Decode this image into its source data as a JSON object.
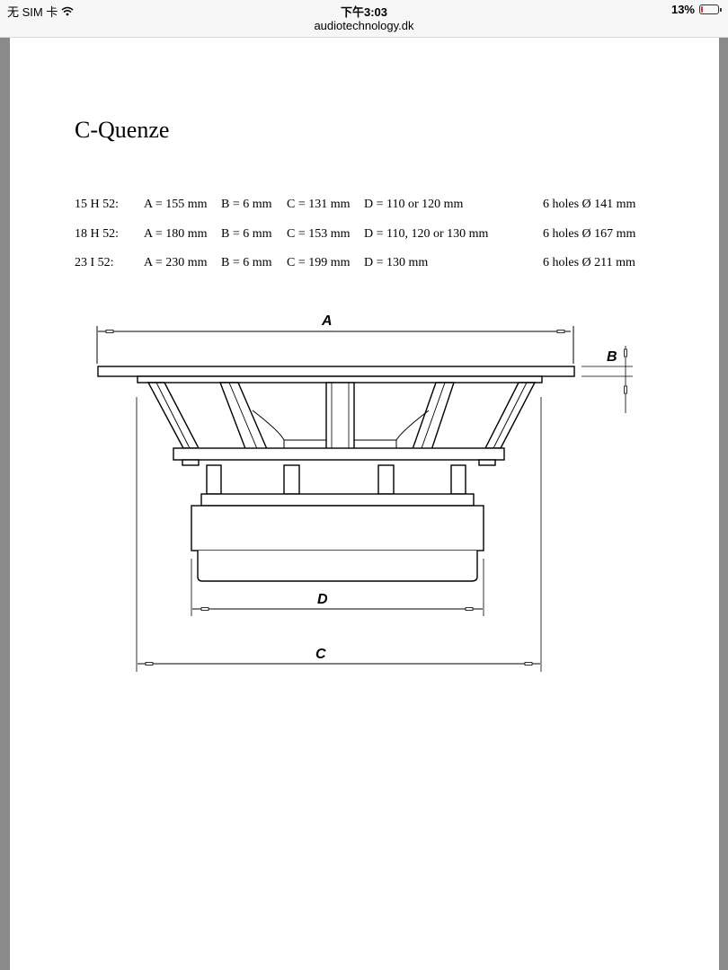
{
  "status_bar": {
    "carrier": "无 SIM 卡",
    "time": "下午3:03",
    "battery_percent": "13%",
    "battery_level": 0.13
  },
  "url_bar": {
    "domain": "audiotechnology.dk"
  },
  "document": {
    "title": "C-Quenze",
    "specs": [
      {
        "model": "15 H 52:",
        "a": "A = 155 mm",
        "b": "B = 6 mm",
        "c": "C = 131 mm",
        "d": "D = 110 or 120 mm",
        "holes": "6 holes Ø 141 mm"
      },
      {
        "model": "18 H 52:",
        "a": "A = 180 mm",
        "b": "B = 6 mm",
        "c": "C = 153 mm",
        "d": "D = 110, 120 or 130 mm",
        "holes": "6 holes Ø 167 mm"
      },
      {
        "model": "23 I 52:",
        "a": "A = 230 mm",
        "b": "B = 6 mm",
        "c": "C = 199 mm",
        "d": "D = 130 mm",
        "holes": "6 holes Ø 211 mm"
      }
    ],
    "drawing": {
      "label_a": "A",
      "label_b": "B",
      "label_c": "C",
      "label_d": "D"
    }
  }
}
